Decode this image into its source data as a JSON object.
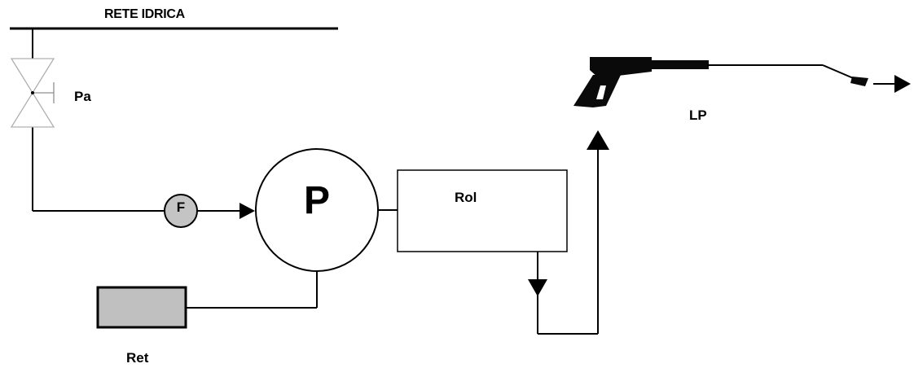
{
  "diagram": {
    "water_network_label": "RETE IDRICA",
    "valve_label": "Pa",
    "filter_label": "F",
    "pump_label": "P",
    "rol_label": "Rol",
    "spray_gun_label": "LP",
    "tank_label": "Ret"
  },
  "colors": {
    "line": "#000000",
    "filter_fill": "#c4c4c4",
    "tank_fill": "#c0c0c0",
    "valve_stroke": "#b0b0b0"
  }
}
